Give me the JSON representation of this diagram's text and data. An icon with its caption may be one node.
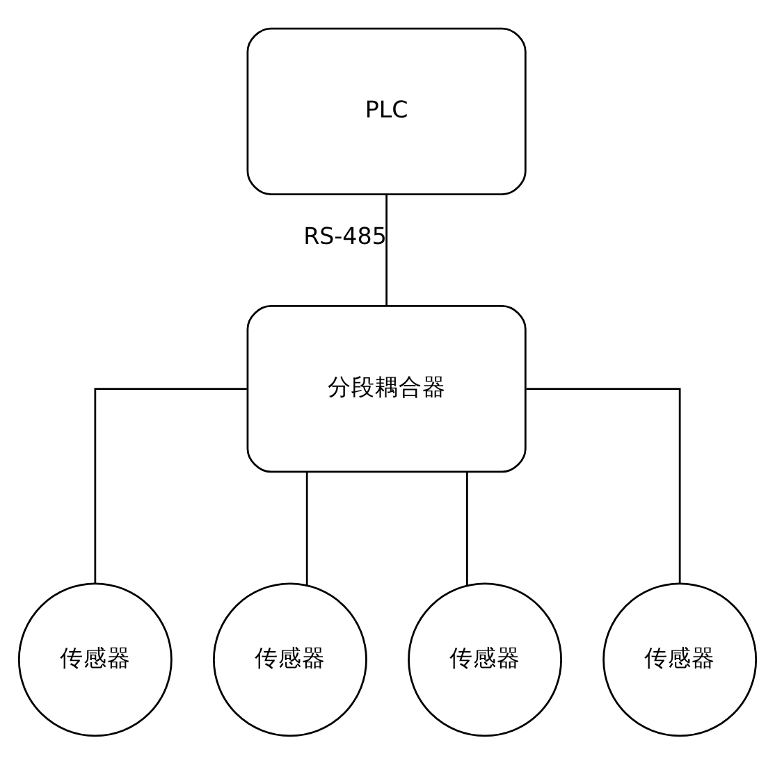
{
  "diagram": {
    "nodes": [
      {
        "text": [
          "PLC"
        ]
      },
      {
        "text": [
          "分段耦合器"
        ]
      },
      {
        "text": [
          "传感器"
        ]
      },
      {
        "text": [
          "传感器"
        ]
      },
      {
        "text": [
          "传感器"
        ]
      },
      {
        "text": [
          "传感器"
        ]
      }
    ],
    "edges": [
      {
        "from": 0,
        "to": 1,
        "arrow": "none",
        "label": "RS-485"
      },
      {
        "from": 1,
        "to": 2,
        "arrow": "none"
      },
      {
        "from": 1,
        "to": 3,
        "arrow": "none"
      },
      {
        "from": 1,
        "to": 4,
        "arrow": "none"
      },
      {
        "from": 1,
        "to": 5,
        "arrow": "none"
      }
    ]
  }
}
